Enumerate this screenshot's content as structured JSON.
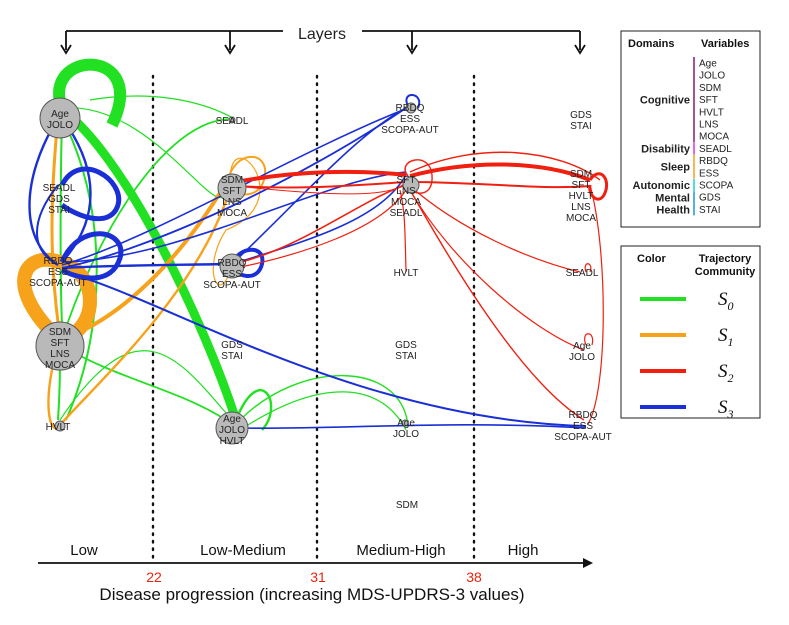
{
  "header": {
    "title": "Layers"
  },
  "axis": {
    "title": "Disease progression (increasing MDS-UPDRS-3 values)",
    "segments": [
      "Low",
      "Low-Medium",
      "Medium-High",
      "High"
    ],
    "thresholds": [
      "22",
      "31",
      "38"
    ]
  },
  "nodes": {
    "l1_age_jolo": [
      "Age",
      "JOLO"
    ],
    "l1_seadl_gds_stai": [
      "SEADL",
      "GDS",
      "STAI"
    ],
    "l1_rbdq_ess_scopa": [
      "RBDQ",
      "ESS",
      "SCOPA-AUT"
    ],
    "l1_cog": [
      "SDM",
      "SFT",
      "LNS",
      "MOCA"
    ],
    "l1_hvlt": [
      "HVLT"
    ],
    "l2_seadl": [
      "SEADL"
    ],
    "l2_cog": [
      "SDM",
      "SFT",
      "LNS",
      "MOCA"
    ],
    "l2_rbdq_ess_scopa": [
      "RBDQ",
      "ESS",
      "SCOPA-AUT"
    ],
    "l2_gds_stai": [
      "GDS",
      "STAI"
    ],
    "l2_age_jolo_hvlt": [
      "Age",
      "JOLO",
      "HVLT"
    ],
    "l3_rbdq_ess_scopa": [
      "RBDQ",
      "ESS",
      "SCOPA-AUT"
    ],
    "l3_cog_seadl": [
      "SFT",
      "LNS",
      "MOCA",
      "SEADL"
    ],
    "l3_hvlt": [
      "HVLT"
    ],
    "l3_gds_stai": [
      "GDS",
      "STAI"
    ],
    "l3_age_jolo": [
      "Age",
      "JOLO"
    ],
    "l3_sdm": [
      "SDM"
    ],
    "l4_gds_stai": [
      "GDS",
      "STAI"
    ],
    "l4_cog": [
      "SDM",
      "SFT",
      "HVLT",
      "LNS",
      "MOCA"
    ],
    "l4_seadl": [
      "SEADL"
    ],
    "l4_age_jolo": [
      "Age",
      "JOLO"
    ],
    "l4_rbdq_ess_scopa": [
      "RBDQ",
      "ESS",
      "SCOPA-AUT"
    ]
  },
  "legend_domains": {
    "col_domains": "Domains",
    "col_variables": "Variables",
    "domains": [
      {
        "name": "Cognitive",
        "color": "#8b2a7e",
        "variables": [
          "Age",
          "JOLO",
          "SDM",
          "SFT",
          "HVLT",
          "LNS",
          "MOCA"
        ]
      },
      {
        "name": "Disability",
        "color": "#e040e0",
        "variables": [
          "SEADL"
        ]
      },
      {
        "name": "Sleep",
        "color": "#f5a623",
        "variables": [
          "RBDQ",
          "ESS"
        ]
      },
      {
        "name": "Autonomic",
        "color": "#29d3d3",
        "variables": [
          "SCOPA"
        ]
      },
      {
        "name": "Mental Health",
        "name_lines": [
          "Mental",
          "Health"
        ],
        "color": "#2a9fd6",
        "variables": [
          "GDS",
          "STAI"
        ]
      }
    ]
  },
  "legend_communities": {
    "col_color": "Color",
    "col_trajectory": [
      "Trajectory",
      "Community"
    ],
    "items": [
      {
        "symbol": "S",
        "sub": "0",
        "color": "#22e022"
      },
      {
        "symbol": "S",
        "sub": "1",
        "color": "#f7a21b"
      },
      {
        "symbol": "S",
        "sub": "2",
        "color": "#f01f10"
      },
      {
        "symbol": "S",
        "sub": "3",
        "color": "#1a2fd6"
      }
    ]
  },
  "colors": {
    "green": "#22e022",
    "orange": "#f7a21b",
    "red": "#f01f10",
    "blue": "#1a2fd6",
    "node_fill": "#b9b9b9",
    "threshold_text": "#e8240f"
  }
}
